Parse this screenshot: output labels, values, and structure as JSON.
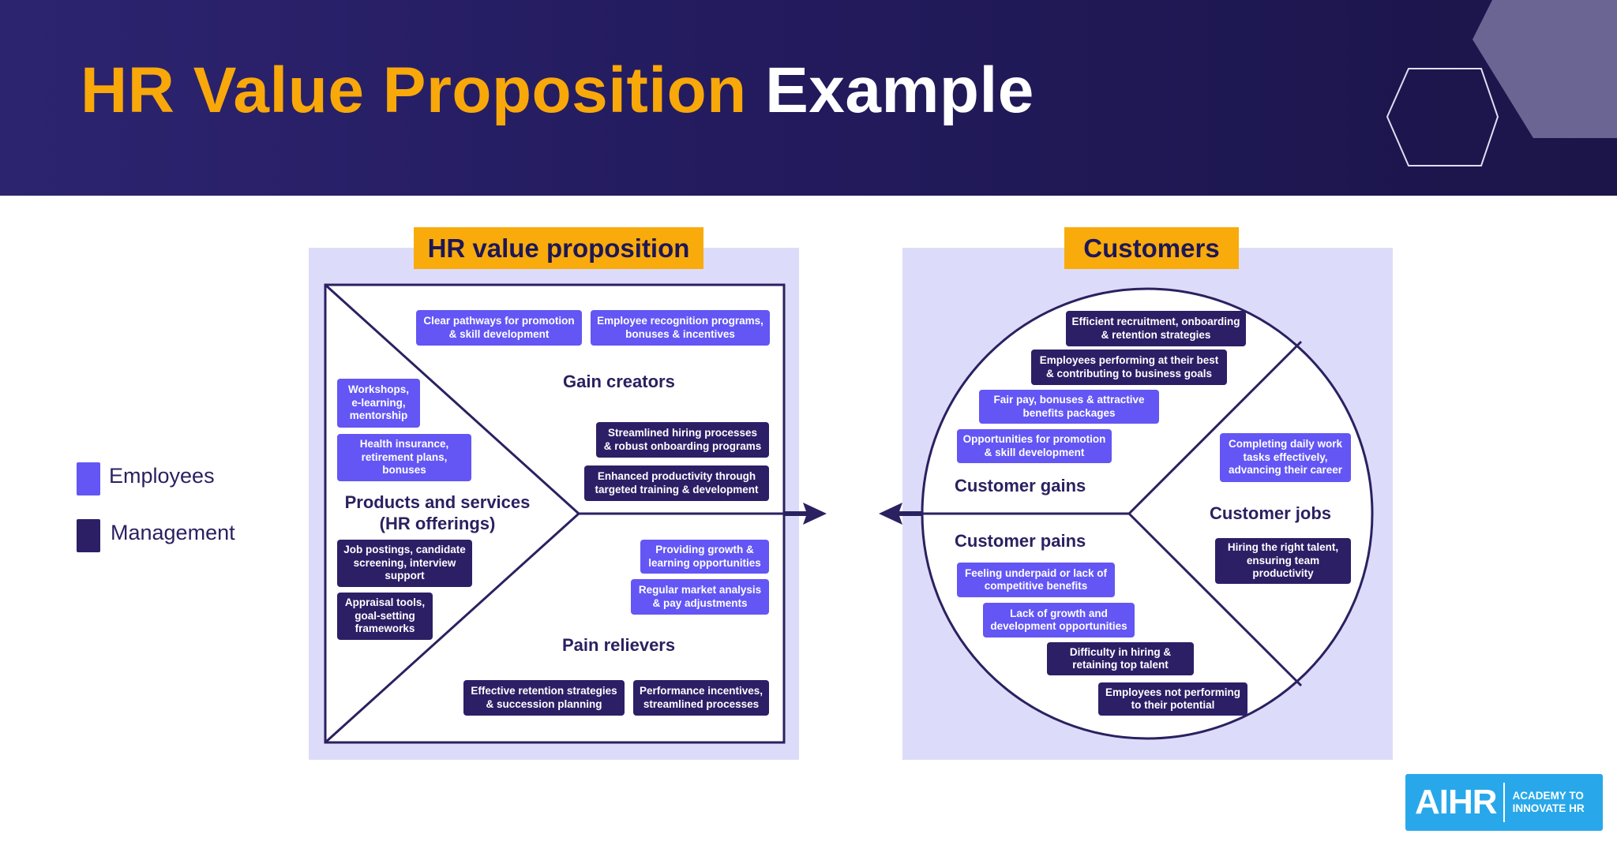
{
  "header": {
    "title_highlight": "HR Value Proposition",
    "title_rest": "Example"
  },
  "legend": {
    "employees": "Employees",
    "management": "Management"
  },
  "value_proposition": {
    "title": "HR value proposition",
    "gain_creators_label": "Gain creators",
    "products_label": "Products and services\n(HR offerings)",
    "pain_relievers_label": "Pain relievers",
    "gain_creators": [
      {
        "text": "Clear pathways for promotion\n& skill development",
        "group": "employees"
      },
      {
        "text": "Employee recognition programs,\nbonuses & incentives",
        "group": "employees"
      },
      {
        "text": "Streamlined hiring processes\n& robust onboarding programs",
        "group": "management"
      },
      {
        "text": "Enhanced productivity through\ntargeted training & development",
        "group": "management"
      }
    ],
    "products": [
      {
        "text": "Workshops,\ne-learning,\nmentorship",
        "group": "employees"
      },
      {
        "text": "Health insurance,\nretirement plans,\nbonuses",
        "group": "employees"
      },
      {
        "text": "Job postings, candidate\nscreening, interview\nsupport",
        "group": "management"
      },
      {
        "text": "Appraisal tools,\ngoal-setting\nframeworks",
        "group": "management"
      }
    ],
    "pain_relievers": [
      {
        "text": "Providing growth &\nlearning opportunities",
        "group": "employees"
      },
      {
        "text": "Regular market analysis\n& pay adjustments",
        "group": "employees"
      },
      {
        "text": "Effective retention strategies\n& succession planning",
        "group": "management"
      },
      {
        "text": "Performance incentives,\nstreamlined processes",
        "group": "management"
      }
    ]
  },
  "customers": {
    "title": "Customers",
    "gains_label": "Customer gains",
    "jobs_label": "Customer jobs",
    "pains_label": "Customer pains",
    "gains": [
      {
        "text": "Efficient recruitment, onboarding\n& retention strategies",
        "group": "management"
      },
      {
        "text": "Employees performing at their best\n& contributing to business goals",
        "group": "management"
      },
      {
        "text": "Fair pay, bonuses & attractive\nbenefits packages",
        "group": "employees"
      },
      {
        "text": "Opportunities for promotion\n& skill development",
        "group": "employees"
      }
    ],
    "jobs": [
      {
        "text": "Completing daily work\ntasks effectively,\nadvancing their career",
        "group": "employees"
      },
      {
        "text": "Hiring the right talent,\nensuring team\nproductivity",
        "group": "management"
      }
    ],
    "pains": [
      {
        "text": "Feeling underpaid or lack of\ncompetitive benefits",
        "group": "employees"
      },
      {
        "text": "Lack of growth and\ndevelopment opportunities",
        "group": "employees"
      },
      {
        "text": "Difficulty in hiring &\nretaining top talent",
        "group": "management"
      },
      {
        "text": "Employees not performing\nto their potential",
        "group": "management"
      }
    ]
  },
  "logo": {
    "main": "AIHR",
    "sub": "ACADEMY TO\nINNOVATE HR"
  },
  "colors": {
    "employees": "#6356f4",
    "management": "#2c1f66",
    "accent": "#f9ab0c"
  }
}
